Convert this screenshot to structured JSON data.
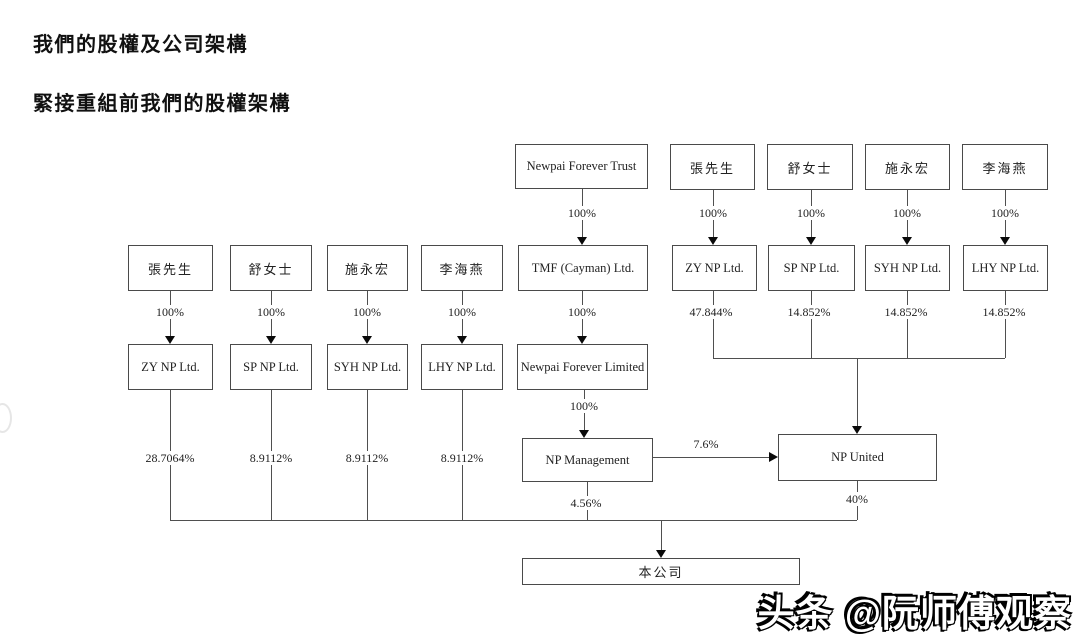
{
  "page": {
    "title": "我們的股權及公司架構",
    "subtitle": "緊接重組前我們的股權架構",
    "watermark": "头条 @阮师傅观察"
  },
  "colors": {
    "background": "#ffffff",
    "line": "#4f4f4f",
    "text": "#1a1a1a"
  },
  "diagram": {
    "left_group": {
      "columns": [
        {
          "person": "張先生",
          "own_pct": "100%",
          "company": "ZY NP Ltd.",
          "stake_in_company_pct": "28.7064%"
        },
        {
          "person": "舒女士",
          "own_pct": "100%",
          "company": "SP NP Ltd.",
          "stake_in_company_pct": "8.9112%"
        },
        {
          "person": "施永宏",
          "own_pct": "100%",
          "company": "SYH NP Ltd.",
          "stake_in_company_pct": "8.9112%"
        },
        {
          "person": "李海燕",
          "own_pct": "100%",
          "company": "LHY NP Ltd.",
          "stake_in_company_pct": "8.9112%"
        }
      ]
    },
    "trust_chain": {
      "trust": "Newpai Forever Trust",
      "trust_to_tmf_pct": "100%",
      "tmf": "TMF (Cayman) Ltd.",
      "tmf_to_nfl_pct": "100%",
      "nfl": "Newpai Forever Limited",
      "nfl_to_npm_pct": "100%",
      "np_management": "NP Management",
      "npm_to_np_united_pct": "7.6%",
      "npm_to_company_pct": "4.56%"
    },
    "right_group": {
      "columns": [
        {
          "person": "張先生",
          "own_pct": "100%",
          "company": "ZY NP Ltd.",
          "stake_in_np_united_pct": "47.844%"
        },
        {
          "person": "舒女士",
          "own_pct": "100%",
          "company": "SP NP Ltd.",
          "stake_in_np_united_pct": "14.852%"
        },
        {
          "person": "施永宏",
          "own_pct": "100%",
          "company": "SYH NP Ltd.",
          "stake_in_np_united_pct": "14.852%"
        },
        {
          "person": "李海燕",
          "own_pct": "100%",
          "company": "LHY NP Ltd.",
          "stake_in_np_united_pct": "14.852%"
        }
      ],
      "np_united": "NP United",
      "np_united_to_company_pct": "40%"
    },
    "bottom_company": {
      "label": "本公司"
    }
  }
}
